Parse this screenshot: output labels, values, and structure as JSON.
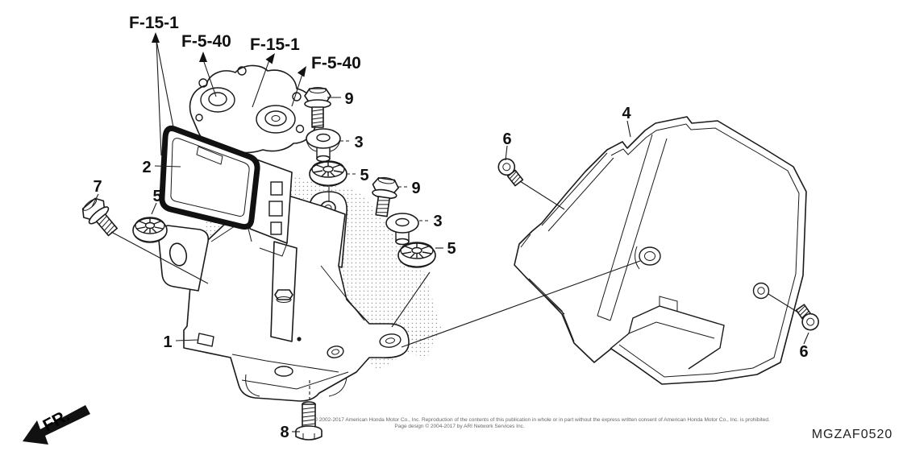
{
  "page": {
    "background": "#ffffff",
    "line_color": "#1a1a1a"
  },
  "figure_refs": [
    {
      "label": "F-15-1"
    },
    {
      "label": "F-5-40"
    },
    {
      "label": "F-15-1"
    },
    {
      "label": "F-5-40"
    }
  ],
  "callouts": [
    {
      "label": "2",
      "part": "abs-modulator"
    },
    {
      "label": "7",
      "part": "flange-bolt-left"
    },
    {
      "label": "5",
      "part": "rubber-grommet-left"
    },
    {
      "label": "9",
      "part": "flange-bolt-upper"
    },
    {
      "label": "3",
      "part": "collar-washer-upper"
    },
    {
      "label": "5",
      "part": "rubber-grommet-upper"
    },
    {
      "label": "9",
      "part": "flange-bolt-lower"
    },
    {
      "label": "3",
      "part": "collar-washer-lower"
    },
    {
      "label": "5",
      "part": "rubber-grommet-lower"
    },
    {
      "label": "1",
      "part": "modulator-bracket"
    },
    {
      "label": "8",
      "part": "flange-bolt-bottom"
    },
    {
      "label": "4",
      "part": "modulator-cover"
    },
    {
      "label": "6",
      "part": "socket-screw-left"
    },
    {
      "label": "6",
      "part": "socket-screw-right"
    }
  ],
  "direction": {
    "label": "FR."
  },
  "diagram_code": "MGZAF0520",
  "footer": {
    "line1": "© 2002-2017 American Honda Motor Co., Inc. Reproduction of the contents of this publication in whole or in part without the express written consent of American Honda Motor Co., Inc. is prohibited.",
    "line2": "Page design © 2004-2017 by ARI Network Services Inc."
  }
}
